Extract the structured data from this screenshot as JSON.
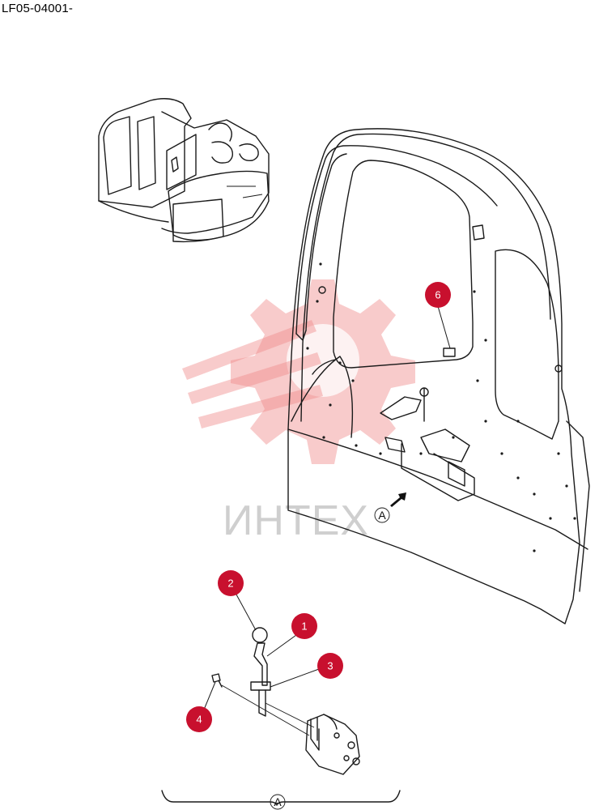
{
  "doc_code": "LF05-04001-",
  "callouts": [
    {
      "id": "c1",
      "label": "1"
    },
    {
      "id": "c2",
      "label": "2"
    },
    {
      "id": "c3",
      "label": "3"
    },
    {
      "id": "c4",
      "label": "4"
    },
    {
      "id": "c6",
      "label": "6"
    }
  ],
  "view_reference": "A",
  "watermark_text": "ИНТЕХ",
  "colors": {
    "callout": "#c8102e",
    "watermark": "#f08c8c"
  }
}
